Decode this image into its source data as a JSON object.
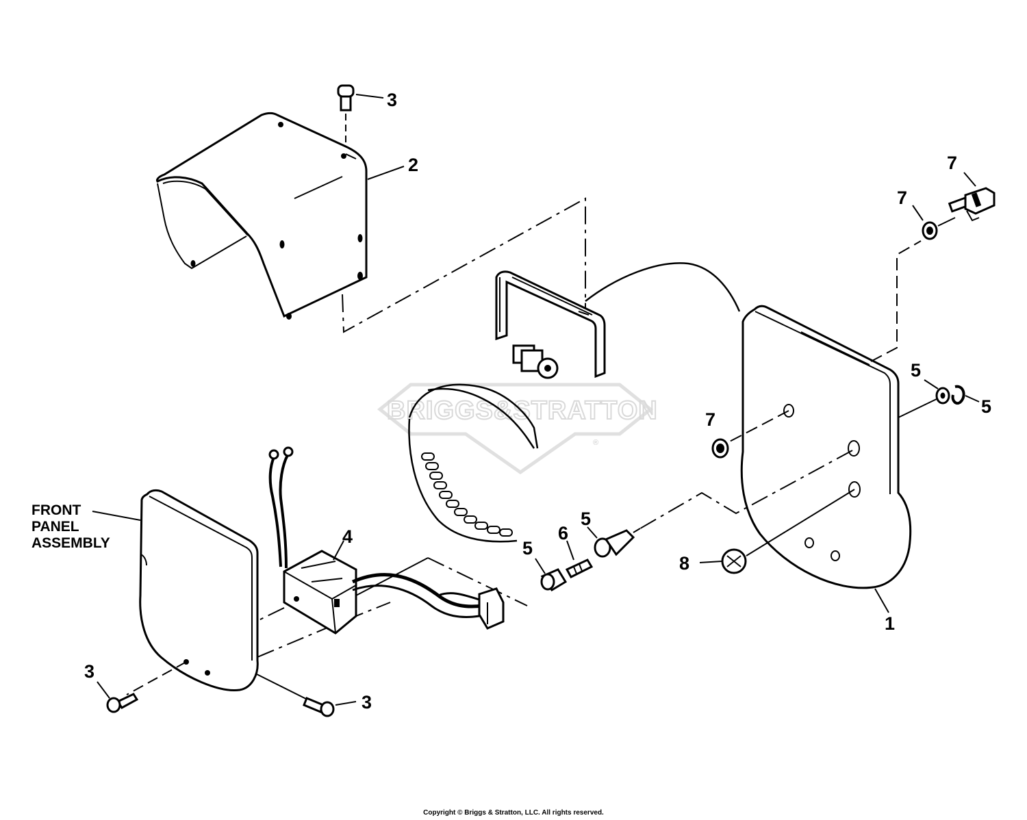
{
  "callouts": {
    "c1": "1",
    "c2": "2",
    "c3_top": "3",
    "c3_left": "3",
    "c3_right": "3",
    "c4": "4",
    "c5_nut": "5",
    "c5_left": "5",
    "c5_right_a": "5",
    "c5_right_b": "5",
    "c6": "6",
    "c7_top": "7",
    "c7_mid": "7",
    "c7_panel": "7",
    "c8": "8"
  },
  "assembly_label": {
    "line1": "FRONT",
    "line2": "PANEL",
    "line3": "ASSEMBLY"
  },
  "watermark": {
    "text": "BRIGGS&STRATTON",
    "mark": "®"
  },
  "copyright": "Copyright © Briggs & Stratton, LLC. All rights reserved."
}
